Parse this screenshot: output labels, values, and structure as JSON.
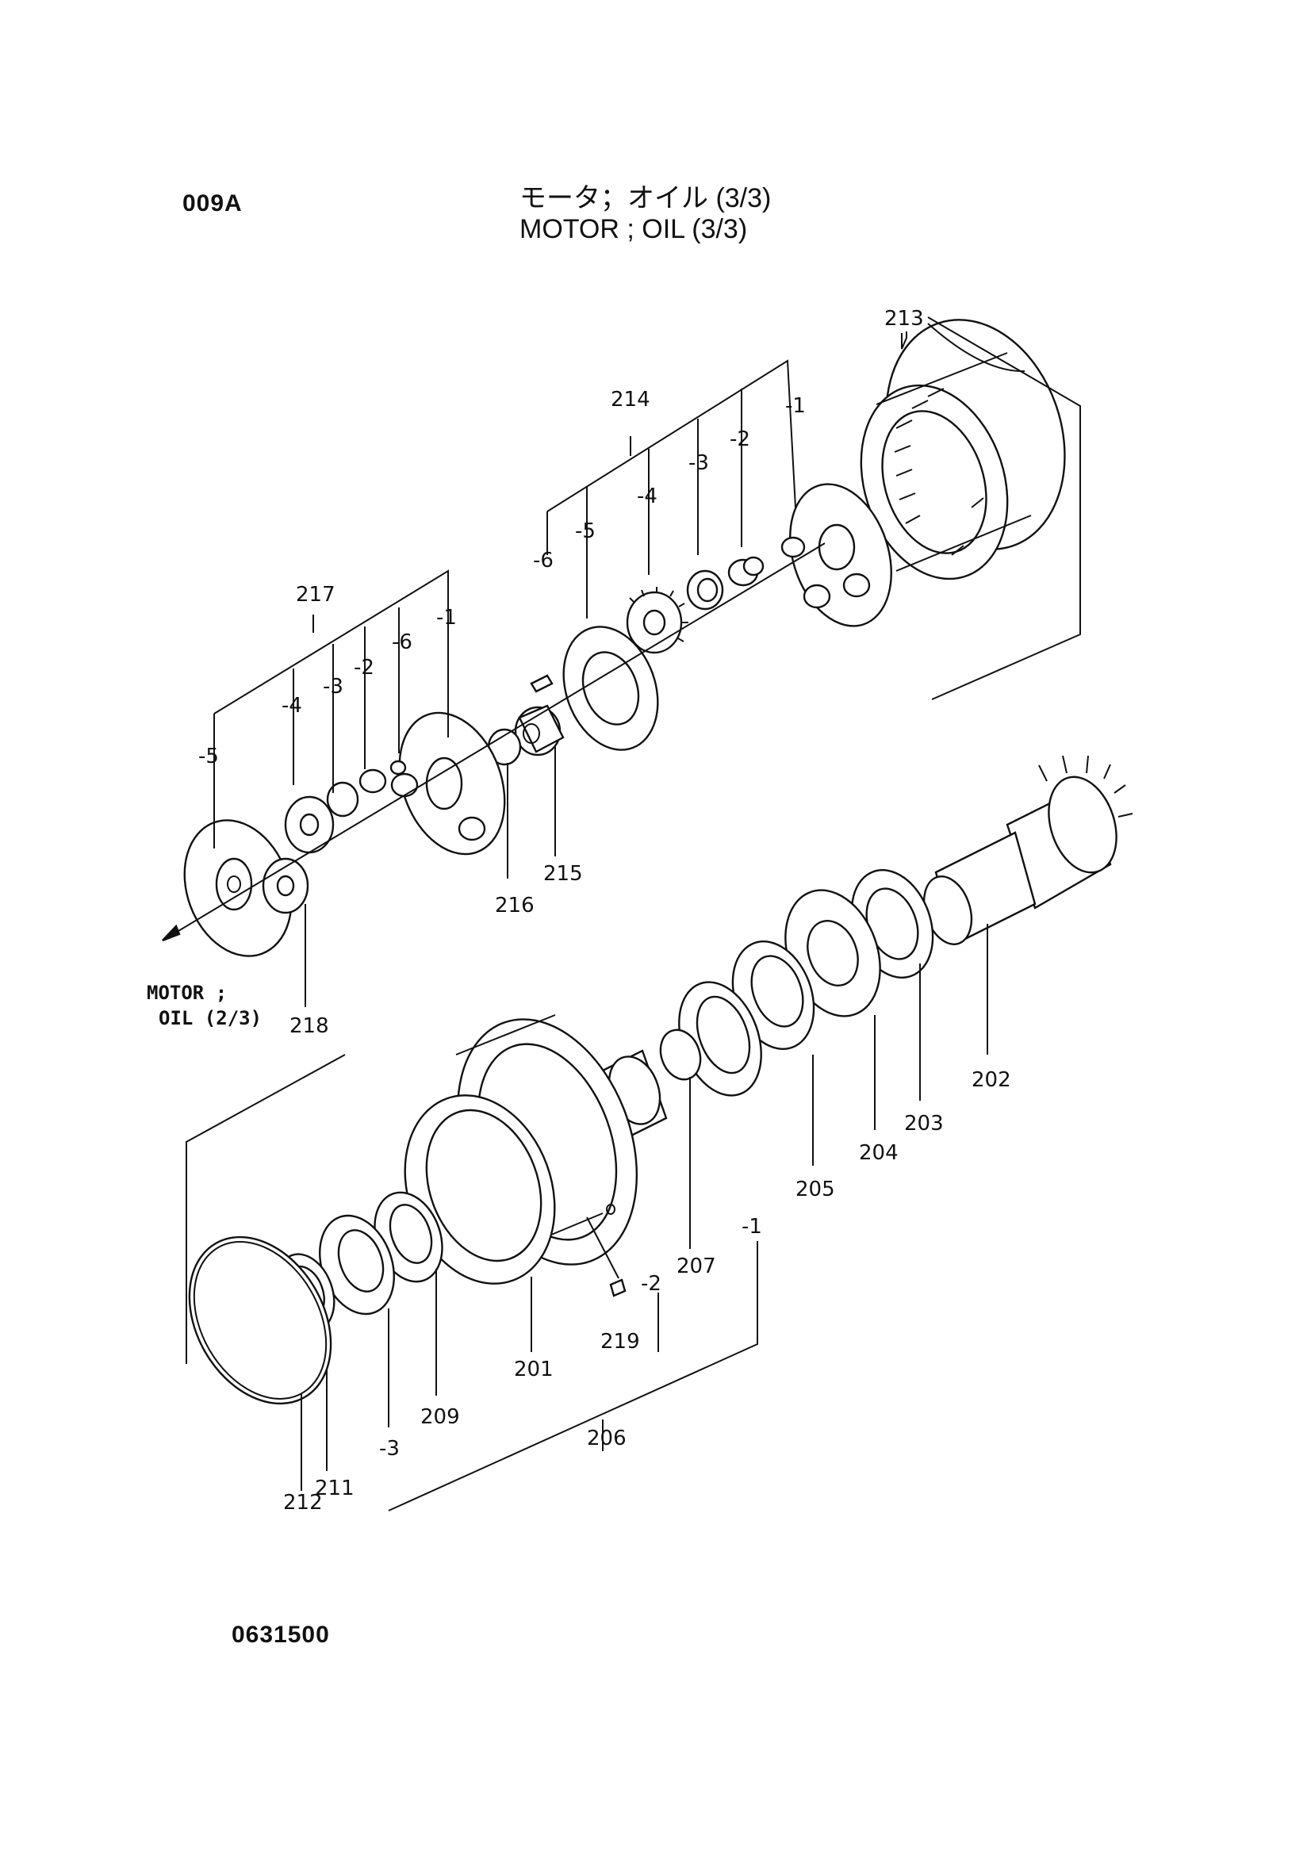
{
  "header": {
    "page_code": "009A",
    "title_jp": "モータ；オイル (3/3)",
    "title_en": "MOTOR ; OIL (3/3)"
  },
  "footer": {
    "drawing_number": "0631500"
  },
  "cross_reference": {
    "line1": "MOTOR ;",
    "line2": "OIL (2/3)"
  },
  "callouts": {
    "c201": "201",
    "c202": "202",
    "c203": "203",
    "c204": "204",
    "c205": "205",
    "c206": "206",
    "c206_1": "-1",
    "c206_2": "-2",
    "c206_3": "-3",
    "c207": "207",
    "c209": "209",
    "c211": "211",
    "c212": "212",
    "c213": "213",
    "c214": "214",
    "c214_1": "-1",
    "c214_2": "-2",
    "c214_3": "-3",
    "c214_4": "-4",
    "c214_5": "-5",
    "c214_6": "-6",
    "c215": "215",
    "c216": "216",
    "c217": "217",
    "c217_1": "-1",
    "c217_2": "-2",
    "c217_3": "-3",
    "c217_4": "-4",
    "c217_5": "-5",
    "c217_6": "-6",
    "c218": "218",
    "c219": "219"
  }
}
